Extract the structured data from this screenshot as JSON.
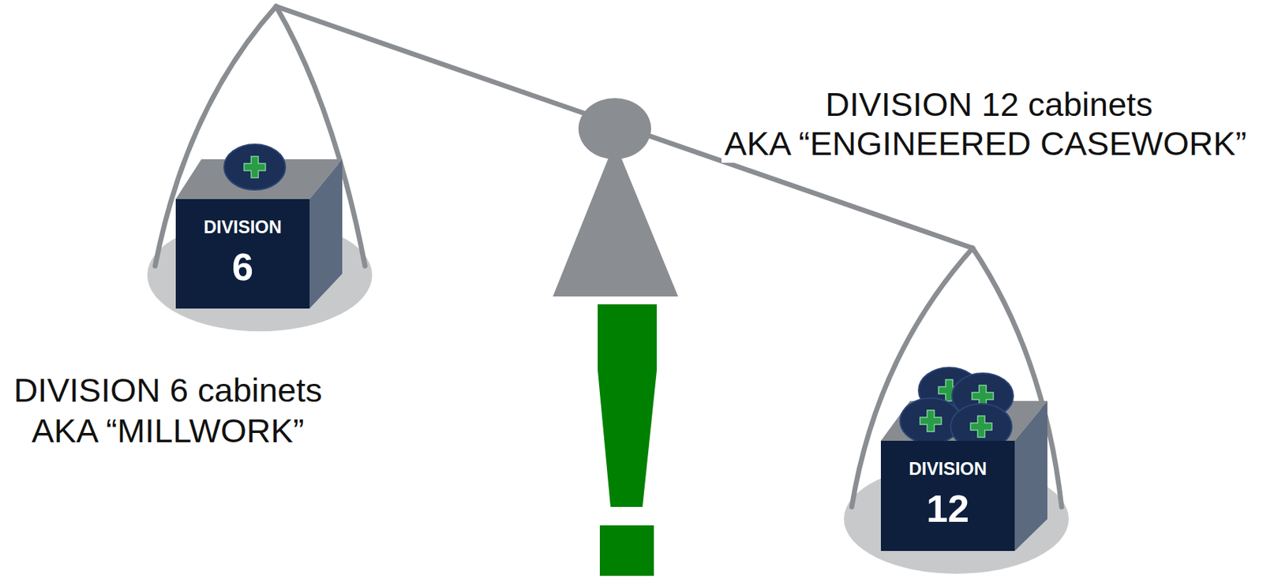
{
  "diagram": {
    "nodes": [
      {
        "text": [
          "DIVISION",
          "6"
        ]
      },
      {
        "text": [
          "DIVISION",
          "12"
        ]
      }
    ],
    "labels": [
      "DIVISION 12 cabinets",
      "AKA “ENGINEERED CASEWORK”",
      "DIVISION 6 cabinets",
      "AKA “MILLWORK”"
    ]
  }
}
